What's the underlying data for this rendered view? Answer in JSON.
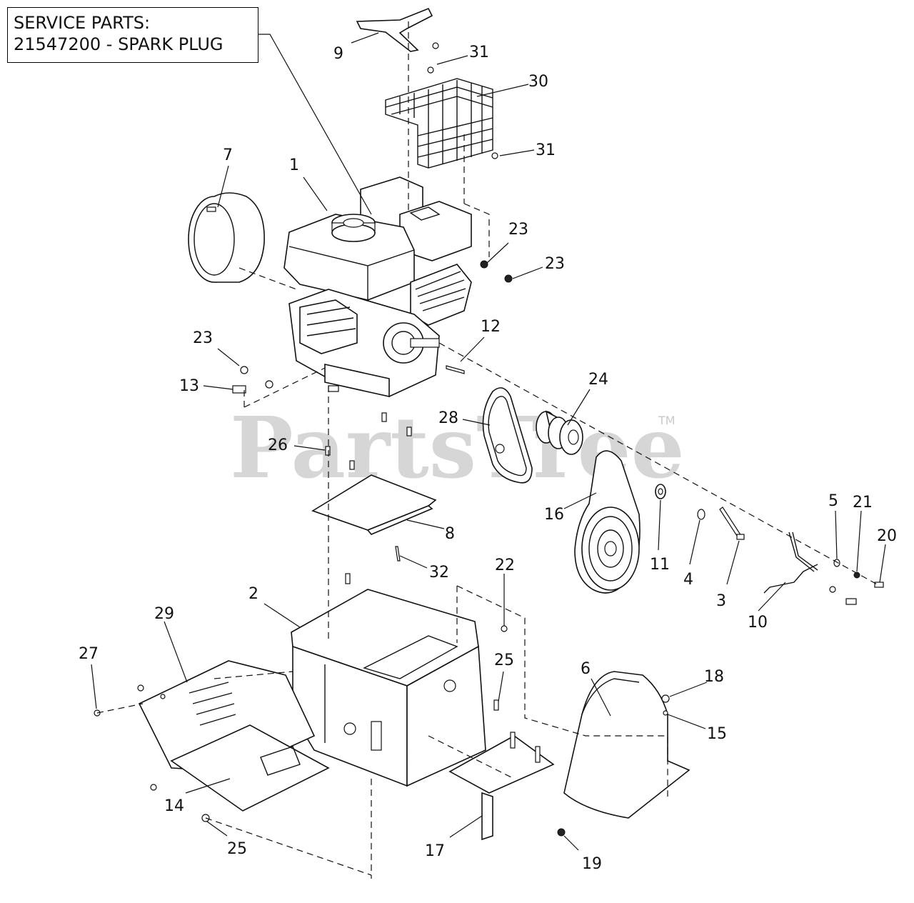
{
  "service_box": {
    "line1": "SERVICE PARTS:",
    "line2": "21547200 - SPARK PLUG"
  },
  "watermark": {
    "text": "PartsTree",
    "tm": "TM"
  },
  "callouts": [
    "1",
    "2",
    "3",
    "4",
    "5",
    "6",
    "7",
    "8",
    "9",
    "10",
    "11",
    "12",
    "13",
    "14",
    "15",
    "16",
    "17",
    "18",
    "19",
    "20",
    "21",
    "22",
    "23",
    "23",
    "23",
    "24",
    "25",
    "25",
    "26",
    "27",
    "28",
    "29",
    "30",
    "31",
    "31",
    "32"
  ]
}
